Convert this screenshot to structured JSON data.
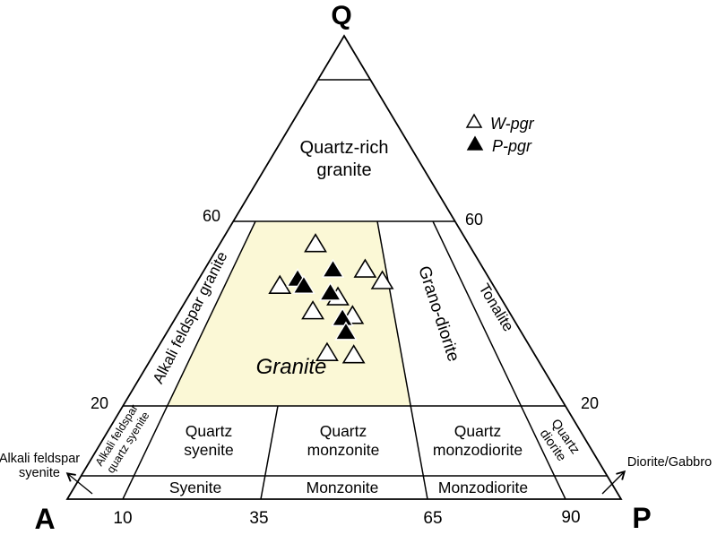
{
  "colors": {
    "background": "#FFFFFF",
    "line": "#000000",
    "granite_fill": "#FBF8D6",
    "marker_open_fill": "#FFFFFF",
    "marker_filled_fill": "#000000"
  },
  "apex": {
    "q": "Q",
    "a": "A",
    "p": "P"
  },
  "ticks": {
    "q60_left": "60",
    "q60_right": "60",
    "q20_left": "20",
    "q20_right": "20",
    "base": [
      "10",
      "35",
      "65",
      "90"
    ]
  },
  "fields": {
    "quartz_rich_granite": [
      "Quartz-rich",
      "granite"
    ],
    "alkali_feldspar_granite": "Alkali feldspar granite",
    "granite": "Granite",
    "granodiorite": "Grano-diorite",
    "tonalite": "Tonalite",
    "alkali_feldspar_quartz_syenite": [
      "Alkali feldspar",
      "quartz syenite"
    ],
    "quartz_syenite": [
      "Quartz",
      "syenite"
    ],
    "quartz_monzonite": [
      "Quartz",
      "monzonite"
    ],
    "quartz_monzodiorite": [
      "Quartz",
      "monzodiorite"
    ],
    "quartz_diorite": [
      "Quartz",
      "diorite"
    ],
    "syenite": "Syenite",
    "monzonite": "Monzonite",
    "monzodiorite": "Monzodiorite",
    "alkali_feldspar_syenite": [
      "Alkali feldspar",
      "syenite"
    ],
    "diorite_gabbro": "Diorite/Gabbro"
  },
  "legend": {
    "items": [
      {
        "label": "W-pgr",
        "marker": "open-triangle"
      },
      {
        "label": "P-pgr",
        "marker": "filled-triangle"
      }
    ]
  },
  "chart_data": {
    "type": "scatter",
    "diagram": "QAP ternary diagram (Streckeisen) for plutonic rocks",
    "axes": {
      "top": "Q",
      "bottom_left": "A",
      "bottom_right": "P"
    },
    "q_division_lines_percent": [
      5,
      20,
      60,
      90
    ],
    "ap_division_lines_percent": [
      10,
      35,
      65,
      90
    ],
    "highlighted_field": "Granite",
    "series": [
      {
        "name": "W-pgr",
        "marker": "open-triangle",
        "points_q_vs_p_ratio": [
          {
            "q": 55.0,
            "p": 38.5
          },
          {
            "q": 46.0,
            "p": 28.5
          },
          {
            "q": 49.5,
            "p": 57.5
          },
          {
            "q": 47.0,
            "p": 63.0
          },
          {
            "q": 43.5,
            "p": 48.0
          },
          {
            "q": 40.5,
            "p": 40.5
          },
          {
            "q": 39.5,
            "p": 52.5
          },
          {
            "q": 31.5,
            "p": 45.5
          },
          {
            "q": 31.0,
            "p": 52.5
          }
        ]
      },
      {
        "name": "P-pgr",
        "marker": "filled-triangle",
        "points_q_vs_p_ratio": [
          {
            "q": 49.5,
            "p": 46.0
          },
          {
            "q": 47.5,
            "p": 34.0
          },
          {
            "q": 46.0,
            "p": 36.5
          },
          {
            "q": 44.5,
            "p": 45.5
          },
          {
            "q": 39.0,
            "p": 49.5
          },
          {
            "q": 36.0,
            "p": 50.5
          }
        ]
      }
    ]
  }
}
